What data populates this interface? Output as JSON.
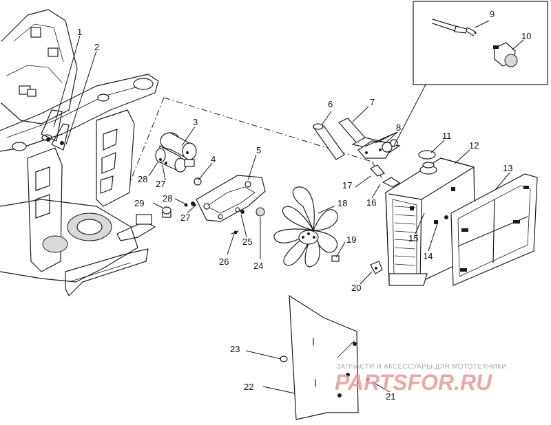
{
  "figure": {
    "callouts": [
      {
        "id": "1"
      },
      {
        "id": "2"
      },
      {
        "id": "3"
      },
      {
        "id": "4"
      },
      {
        "id": "5"
      },
      {
        "id": "6"
      },
      {
        "id": "7"
      },
      {
        "id": "8"
      },
      {
        "id": "9"
      },
      {
        "id": "10"
      },
      {
        "id": "11"
      },
      {
        "id": "12"
      },
      {
        "id": "13"
      },
      {
        "id": "14"
      },
      {
        "id": "15"
      },
      {
        "id": "16"
      },
      {
        "id": "17"
      },
      {
        "id": "18"
      },
      {
        "id": "19"
      },
      {
        "id": "20"
      },
      {
        "id": "21"
      },
      {
        "id": "22"
      },
      {
        "id": "23"
      },
      {
        "id": "24"
      },
      {
        "id": "25"
      },
      {
        "id": "26"
      },
      {
        "id": "27a"
      },
      {
        "id": "27b"
      },
      {
        "id": "28a"
      },
      {
        "id": "28b"
      },
      {
        "id": "29"
      }
    ],
    "labels": {
      "1": "1",
      "2": "2",
      "3": "3",
      "4": "4",
      "5": "5",
      "6": "6",
      "7": "7",
      "8": "8",
      "9": "9",
      "10": "10",
      "11": "11",
      "12": "12",
      "13": "13",
      "14": "14",
      "15": "15",
      "16": "16",
      "17": "17",
      "18": "18",
      "19": "19",
      "20": "20",
      "21": "21",
      "22": "22",
      "23": "23",
      "24": "24",
      "25": "25",
      "26": "26",
      "27a": "27",
      "27b": "27",
      "28a": "28",
      "28b": "28",
      "29": "29"
    }
  },
  "watermark": {
    "tagline": "ЗАПЧАСТИ И АКСЕССУАРЫ ДЛЯ МОТОТЕХНИКИ",
    "brand": "PARTSFOR.RU",
    "color": "#e59b9b"
  }
}
